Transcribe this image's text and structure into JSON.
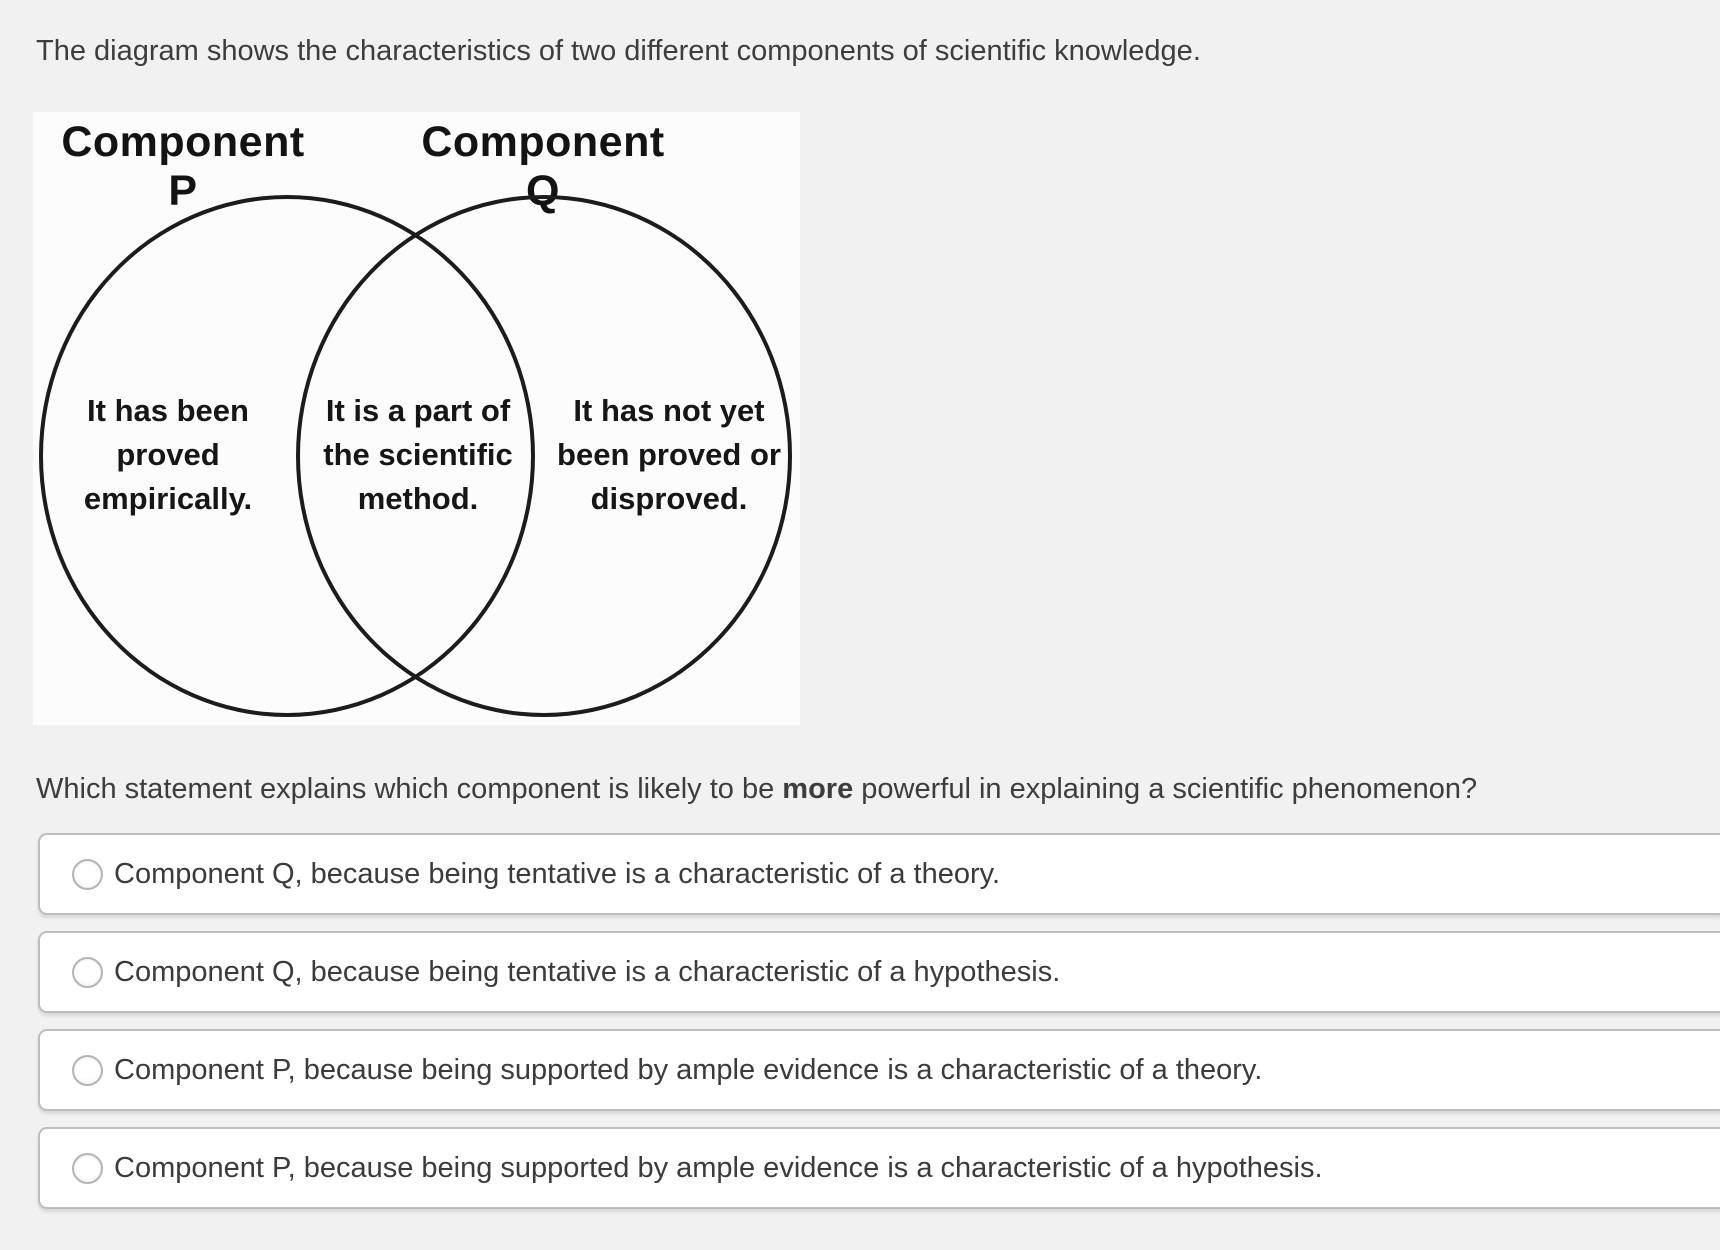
{
  "page": {
    "intro": "The diagram shows the characteristics of two different components of scientific knowledge."
  },
  "diagram": {
    "left_title": "Component P",
    "right_title": "Component Q",
    "left_region_lines": [
      "It has been",
      "proved",
      "empirically."
    ],
    "overlap_region_lines": [
      "It is a part of",
      "the scientific",
      "method."
    ],
    "right_region_lines": [
      "It has not yet",
      "been proved or",
      "disproved."
    ]
  },
  "question": {
    "part1": "Which statement explains which component is likely to be ",
    "bold_word": "more",
    "part2": " powerful in explaining a scientific phenomenon?"
  },
  "options": [
    {
      "label": "Component Q, because being tentative is a characteristic of a theory.",
      "selected": false
    },
    {
      "label": "Component Q, because being tentative is a characteristic of a hypothesis.",
      "selected": false
    },
    {
      "label": "Component P, because being supported by ample evidence is a characteristic of a theory.",
      "selected": false
    },
    {
      "label": "Component P, because being supported by ample evidence is a characteristic of a hypothesis.",
      "selected": false
    }
  ],
  "colors": {
    "page_bg": "#f1f1f1",
    "image_bg": "#fcfcfc",
    "box_border": "#bdbdbd",
    "body_text": "#3d3d3d",
    "diagram_ink": "#1c1c1c"
  }
}
